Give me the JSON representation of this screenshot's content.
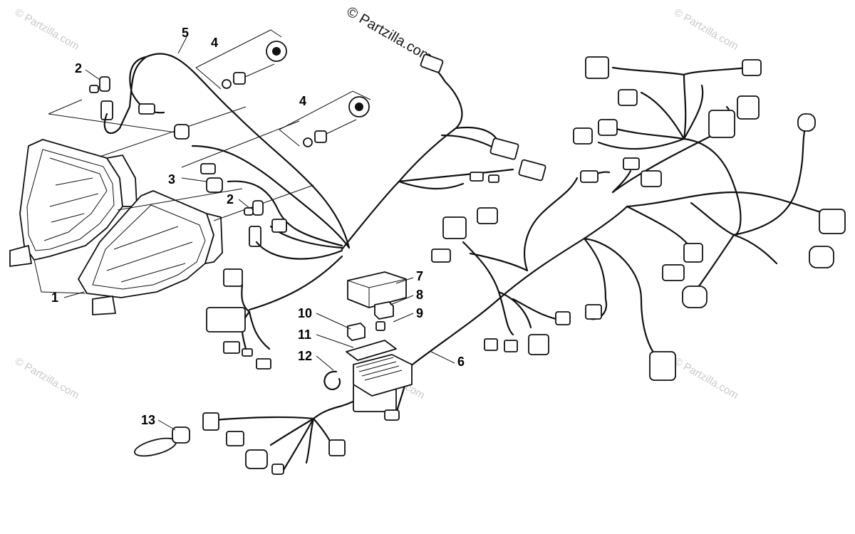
{
  "watermarks": {
    "top_center": "© Partzilla.com",
    "repeat": "© Partzilla.com"
  },
  "callouts": [
    {
      "id": "c1",
      "label": "1"
    },
    {
      "id": "c2a",
      "label": "2"
    },
    {
      "id": "c2b",
      "label": "2"
    },
    {
      "id": "c3",
      "label": "3"
    },
    {
      "id": "c4a",
      "label": "4"
    },
    {
      "id": "c4b",
      "label": "4"
    },
    {
      "id": "c5",
      "label": "5"
    },
    {
      "id": "c6",
      "label": "6"
    },
    {
      "id": "c7",
      "label": "7"
    },
    {
      "id": "c8",
      "label": "8"
    },
    {
      "id": "c9",
      "label": "9"
    },
    {
      "id": "c10",
      "label": "10"
    },
    {
      "id": "c11",
      "label": "11"
    },
    {
      "id": "c12",
      "label": "12"
    },
    {
      "id": "c13",
      "label": "13"
    }
  ]
}
